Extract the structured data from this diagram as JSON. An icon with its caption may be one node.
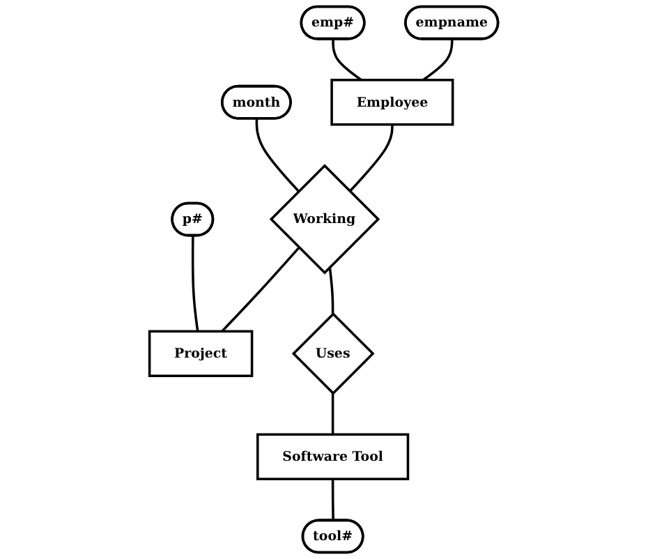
{
  "diagram": {
    "nodes": [
      {
        "text": [
          "emp#"
        ]
      },
      {
        "text": [
          "empname"
        ]
      },
      {
        "text": [
          "month"
        ]
      },
      {
        "text": [
          "p#"
        ]
      },
      {
        "text": [
          "Employee"
        ]
      },
      {
        "text": [
          "Working"
        ]
      },
      {
        "text": [
          "Project"
        ]
      },
      {
        "text": [
          "Uses"
        ]
      },
      {
        "text": [
          "Software Tool"
        ]
      },
      {
        "text": [
          "tool#"
        ]
      }
    ],
    "edges": [
      {
        "from": 0,
        "to": 4,
        "arrow": "none"
      },
      {
        "from": 1,
        "to": 4,
        "arrow": "none"
      },
      {
        "from": 2,
        "to": 5,
        "arrow": "none"
      },
      {
        "from": 3,
        "to": 6,
        "arrow": "none"
      },
      {
        "from": 4,
        "to": 5,
        "arrow": "none"
      },
      {
        "from": 5,
        "to": 6,
        "arrow": "none"
      },
      {
        "from": 5,
        "to": 7,
        "arrow": "none"
      },
      {
        "from": 7,
        "to": 8,
        "arrow": "none"
      },
      {
        "from": 8,
        "to": 9,
        "arrow": "none"
      }
    ]
  }
}
